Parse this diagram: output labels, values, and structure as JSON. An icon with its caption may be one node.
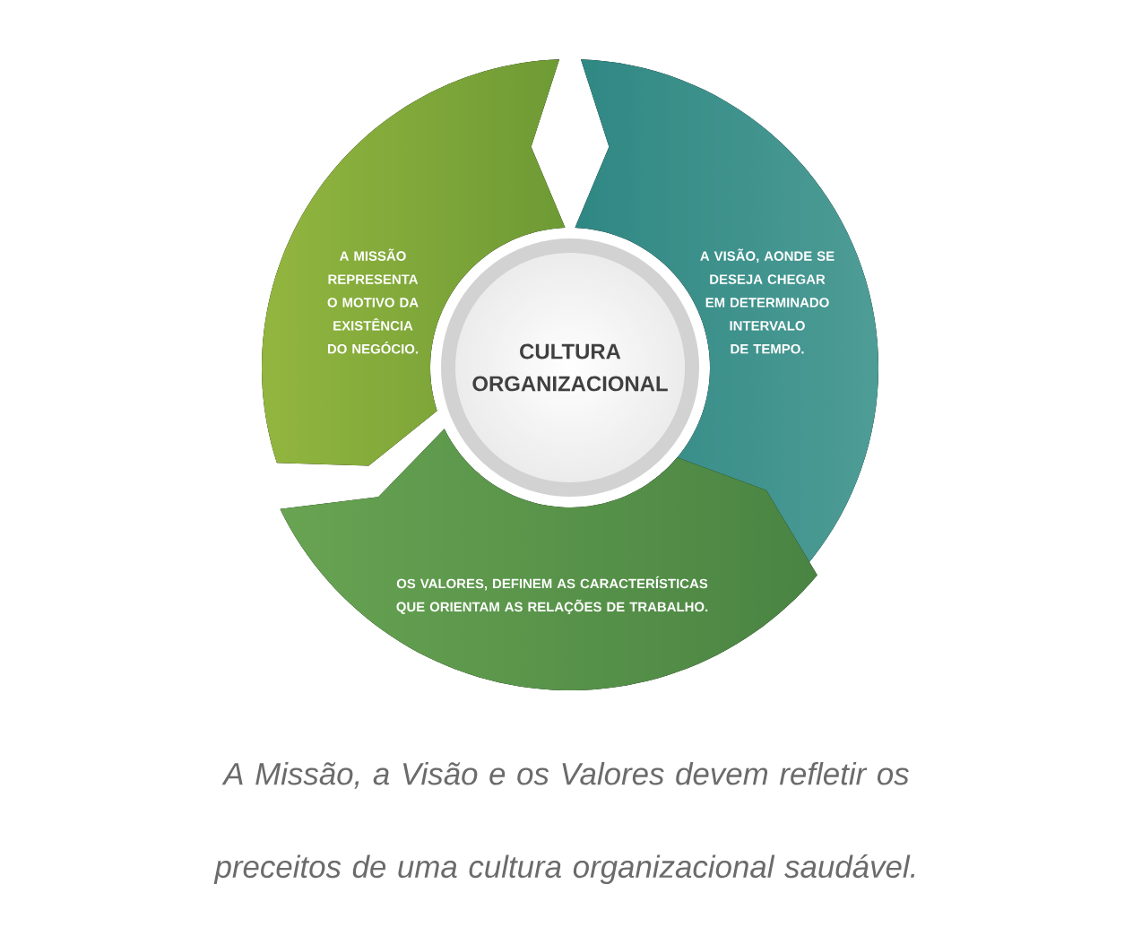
{
  "diagram": {
    "nodes": [
      {
        "text": [
          "CULTURA ORGANIZACIONAL"
        ]
      },
      {
        "text": [
          "A MISSÃO REPRESENTA O MOTIVO DA EXISTÊNCIA DO NEGÓCIO."
        ]
      },
      {
        "text": [
          "A VISÃO, AONDE SE DESEJA CHEGAR EM DETERMINADO INTERVALO DE TEMPO."
        ]
      },
      {
        "text": [
          "OS VALORES, DEFINEM AS CARACTERÍSTICAS QUE ORIENTAM AS RELAÇÕES DE TRABALHO."
        ]
      }
    ],
    "caption": "A Missão, a Visão e os Valores devem refletir os preceitos de uma cultura organizacional saudável."
  }
}
